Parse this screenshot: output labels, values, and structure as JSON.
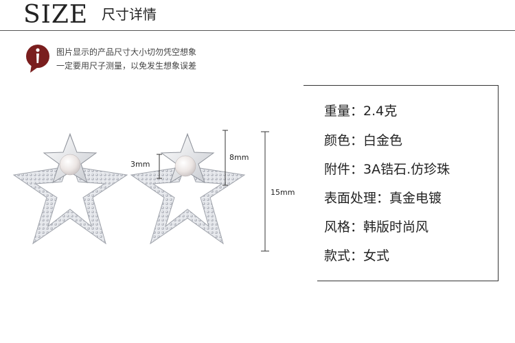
{
  "header": {
    "title": "SIZE",
    "subtitle": "尺寸详情"
  },
  "notice": {
    "icon": "info-speech-bubble-icon",
    "line1": "图片显示的产品尺寸大小切勿凭空想象",
    "line2": "一定要用尺子测量，以免发生想象误差"
  },
  "dimensions": {
    "pearl": "3mm",
    "inner_star": "8mm",
    "total": "15mm"
  },
  "specs": [
    {
      "label": "重量",
      "sep": "：",
      "value": "2.4克"
    },
    {
      "label": "颜色",
      "sep": "：",
      "value": "白金色"
    },
    {
      "label": "附件",
      "sep": "：",
      "value": "3A锆石.仿珍珠"
    },
    {
      "label": "表面处理",
      "sep": "：",
      "value": "真金电镀"
    },
    {
      "label": "风格",
      "sep": "：",
      "value": "韩版时尚风"
    },
    {
      "label": "款式",
      "sep": "：",
      "value": "女式"
    }
  ],
  "colors": {
    "icon_red": "#7a1e1e",
    "silver": "#d9dbe0",
    "text": "#222222"
  }
}
